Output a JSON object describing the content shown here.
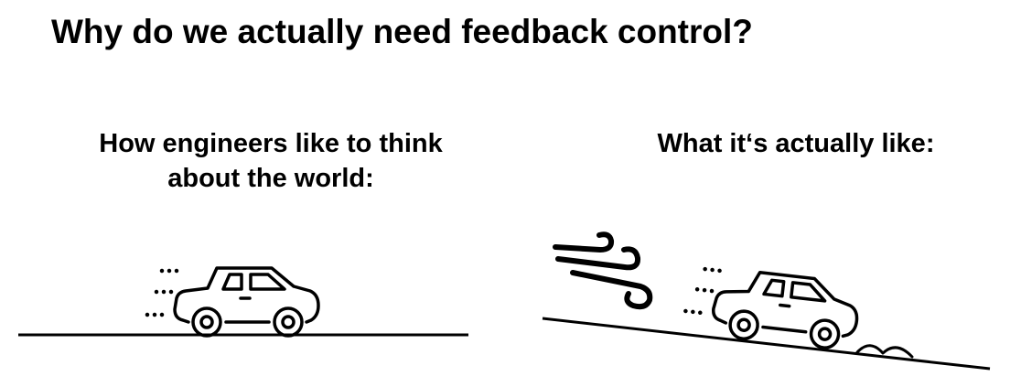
{
  "slide": {
    "title": "Why do we actually need feedback control?",
    "left_caption": {
      "line1": "How engineers like to think",
      "line2": "about the world:"
    },
    "right_caption": {
      "line1": "What it‘s actually like:"
    }
  },
  "icons": {
    "left_car": "car-icon",
    "right_car": "car-icon",
    "wind": "wind-icon",
    "bump": "road-bump-icon"
  },
  "colors": {
    "ink": "#000000",
    "background": "#ffffff"
  }
}
